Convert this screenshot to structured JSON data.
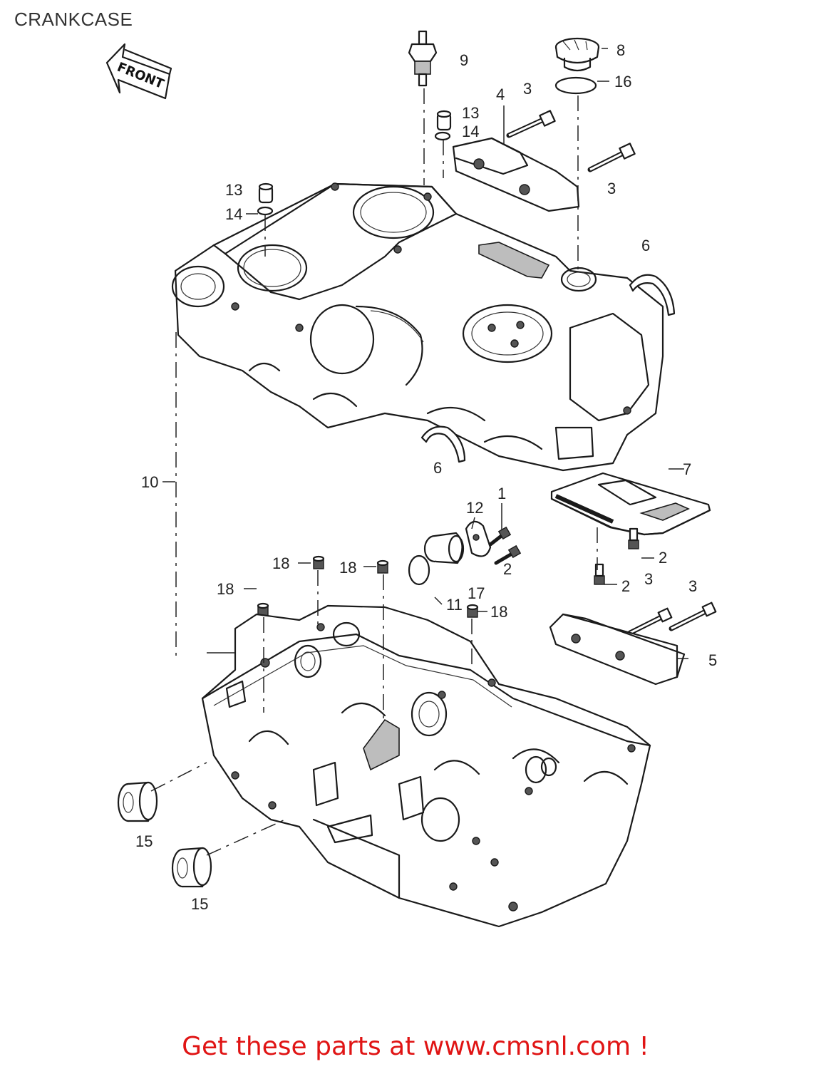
{
  "page_title": "CRANKCASE",
  "front_arrow_label": "FRONT",
  "callouts": {
    "c1": "1",
    "c2a": "2",
    "c2b": "2",
    "c2c": "2",
    "c3a": "3",
    "c3b": "3",
    "c3c": "3",
    "c3d": "3",
    "c4": "4",
    "c5": "5",
    "c6a": "6",
    "c6b": "6",
    "c7": "7",
    "c8": "8",
    "c9": "9",
    "c10": "10",
    "c11": "11",
    "c12": "12",
    "c13a": "13",
    "c13b": "13",
    "c14a": "14",
    "c14b": "14",
    "c15a": "15",
    "c15b": "15",
    "c16": "16",
    "c17": "17",
    "c18a": "18",
    "c18b": "18",
    "c18c": "18",
    "c18d": "18"
  },
  "footer_link": "Get these parts at www.cmsnl.com !"
}
